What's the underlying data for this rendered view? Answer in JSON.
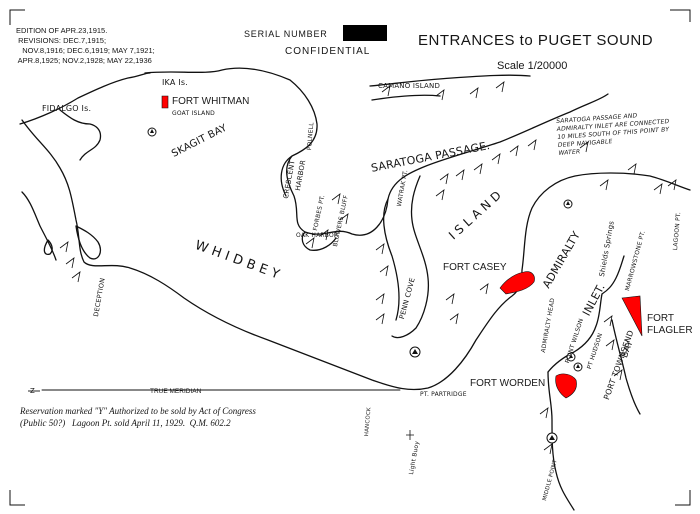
{
  "title": "ENTRANCES to PUGET SOUND",
  "scale_label": "Scale 1/20000",
  "serial_label": "SERIAL NUMBER",
  "classification": "CONFIDENTIAL",
  "revisions_text": "EDITION OF APR.23,1915.\n REVISIONS: DEC.7,1915;\n   NOV.8,1916; DEC.6,1919; MAY 7,1921;\n APR.8,1925; NOV.2,1928; MAY 22,1936",
  "reservation_note": "Reservation marked \"Y\" Authorized to be sold by Act of Congress\n(Public 50?)   Lagoon Pt. sold April 11, 1929.  Q.M. 602.2",
  "true_meridian": "TRUE MERIDIAN",
  "north_arrow": "Z",
  "forts": {
    "whitman": "FORT WHITMAN",
    "casey": "FORT CASEY",
    "flagler_line1": "FORT",
    "flagler_line2": "FLAGLER",
    "worden": "FORT WORDEN"
  },
  "places": {
    "fidalgo": "FIDALGO Is.",
    "skagit_bay": "SKAGIT BAY",
    "goat_island": "GOAT ISLAND",
    "ika": "IKA Is.",
    "camano": "CAMANO ISLAND",
    "saratoga": "SARATOGA  PASSAGE.",
    "saratoga_note": "SARATOGA PASSAGE AND\nADMIRALTY INLET ARE CONNECTED\n10 MILES SOUTH OF THIS POINT BY\nDEEP NAVIGABLE\nWATER",
    "whidbey": "W H I D B E Y",
    "island": "I S L A N D",
    "admiralty": "ADMIRALTY",
    "inlet": "INLET.",
    "crescent_harbor": "CRESCENT",
    "harbor_word": "HARBOR",
    "forbes_pt": "FORBES PT.",
    "blowers_bluff": "BLOWERS BLUFF",
    "oak_harbor": "OAK HARBOR",
    "penn_cove": "PENN COVE",
    "polnell": "POLNELL",
    "watrak_pt": "WATRAK PT.",
    "deception": "DECEPTION",
    "pt_partridge": "PT. PARTRIDGE",
    "admiralty_head": "ADMIRALTY HEAD",
    "pt_wilson": "POINT WILSON",
    "pt_hudson": "PT HUDSON",
    "port_townsend": "PORT TOWNSEND",
    "bay": "BAY",
    "marrowstone_pt": "MARROWSTONE PT.",
    "shields_springs": "Shields Springs",
    "lagoon_pt": "LAGOON PT.",
    "middle_point": "MIDDLE POINT",
    "light_buoy": "Light Buoy",
    "hancock": "HANCOCK"
  },
  "colors": {
    "fort_reservation": "#ff0000",
    "ink": "#151515"
  }
}
